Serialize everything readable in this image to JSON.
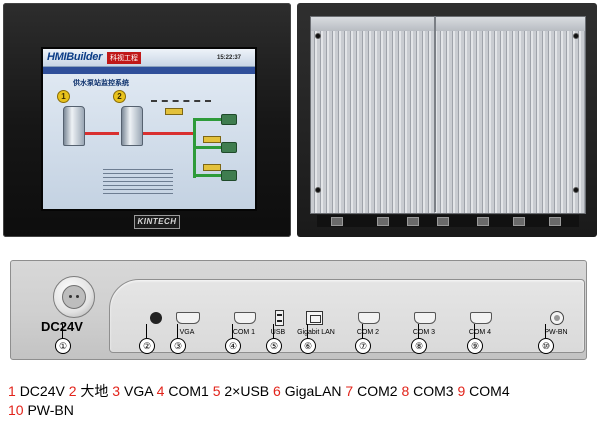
{
  "front_panel": {
    "brand_logo": "KINTECH",
    "hmi_screen": {
      "logo": "HMIBuilder",
      "subtitle": "科视工程",
      "time": "15:22:37",
      "heading": "供水泵站监控系统",
      "badges": [
        "1",
        "2"
      ]
    }
  },
  "io_panel": {
    "dc_label": "DC24V",
    "ports": [
      {
        "id": "ground",
        "label": ""
      },
      {
        "id": "vga",
        "label": "VGA"
      },
      {
        "id": "com1",
        "label": "COM 1"
      },
      {
        "id": "usb",
        "label": "USB"
      },
      {
        "id": "lan",
        "label": "Gigabit LAN"
      },
      {
        "id": "com2",
        "label": "COM 2"
      },
      {
        "id": "com3",
        "label": "COM 3"
      },
      {
        "id": "com4",
        "label": "COM 4"
      },
      {
        "id": "pwbn",
        "label": "PW-BN"
      }
    ],
    "callouts": [
      "①",
      "②",
      "③",
      "④",
      "⑤",
      "⑥",
      "⑦",
      "⑧",
      "⑨",
      "⑩"
    ]
  },
  "legend": {
    "items": [
      {
        "num": "1",
        "text": "DC24V"
      },
      {
        "num": "2",
        "text": "大地"
      },
      {
        "num": "3",
        "text": "VGA"
      },
      {
        "num": "4",
        "text": "COM1"
      },
      {
        "num": "5",
        "text": "2×USB"
      },
      {
        "num": "6",
        "text": "GigaLAN"
      },
      {
        "num": "7",
        "text": "COM2"
      },
      {
        "num": "8",
        "text": "COM3"
      },
      {
        "num": "9",
        "text": "COM4"
      },
      {
        "num": "10",
        "text": "PW-BN"
      }
    ]
  },
  "colors": {
    "legend_number": "#e2231a",
    "panel_bezel": "#171717",
    "io_panel": "#d8d8d8"
  }
}
